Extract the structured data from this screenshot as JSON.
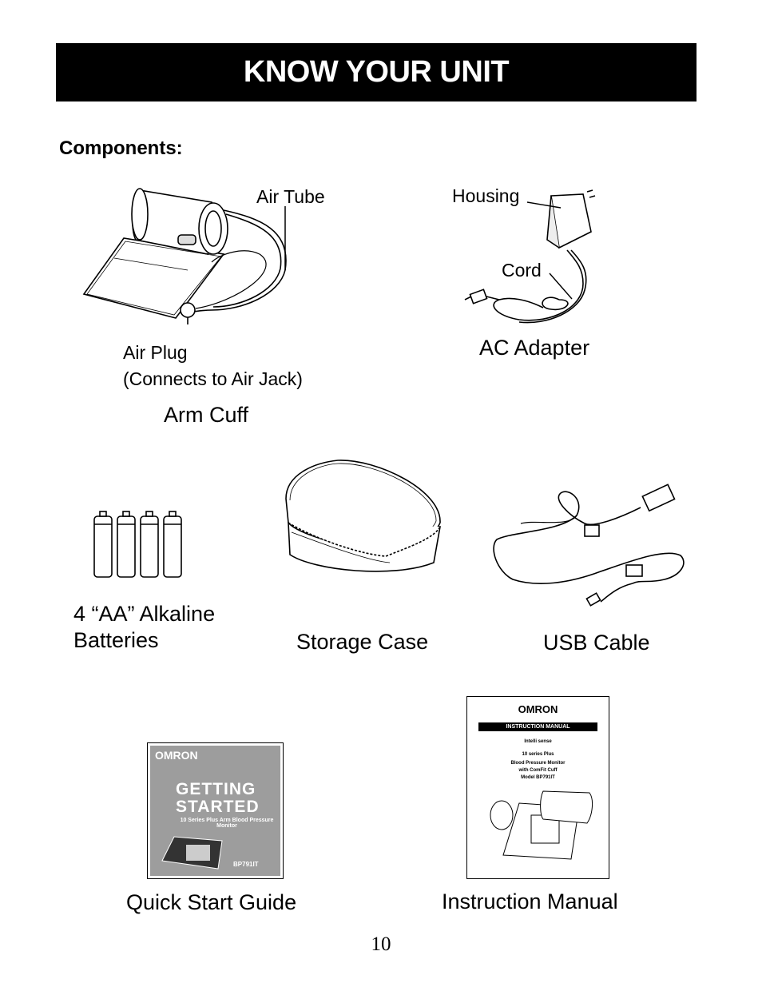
{
  "header": {
    "title": "KNOW YOUR UNIT"
  },
  "section": {
    "heading": "Components:"
  },
  "arm_cuff": {
    "air_tube_label": "Air Tube",
    "air_plug_label": "Air Plug",
    "air_plug_note": "(Connects to Air Jack)",
    "caption": "Arm Cuff"
  },
  "ac_adapter": {
    "housing_label": "Housing",
    "cord_label": "Cord",
    "caption": "AC Adapter"
  },
  "batteries": {
    "caption_line1": "4 “AA” Alkaline",
    "caption_line2": "Batteries"
  },
  "storage_case": {
    "caption": "Storage Case"
  },
  "usb_cable": {
    "caption": "USB Cable"
  },
  "quick_start": {
    "caption": "Quick Start Guide",
    "cover_logo": "OMRON",
    "cover_line1": "GETTING",
    "cover_line2": "STARTED",
    "cover_subtitle": "10 Series Plus Arm Blood Pressure Monitor",
    "cover_model": "BP791IT"
  },
  "instruction_manual": {
    "caption": "Instruction Manual",
    "cover_logo": "OMRON",
    "cover_bar": "INSTRUCTION MANUAL",
    "cover_brand": "Intelli sense",
    "cover_series": "10 series Plus",
    "cover_product": "Blood Pressure Monitor",
    "cover_cuff": "with ComFit Cuff",
    "cover_model": "Model BP791IT"
  },
  "page_number": "10"
}
